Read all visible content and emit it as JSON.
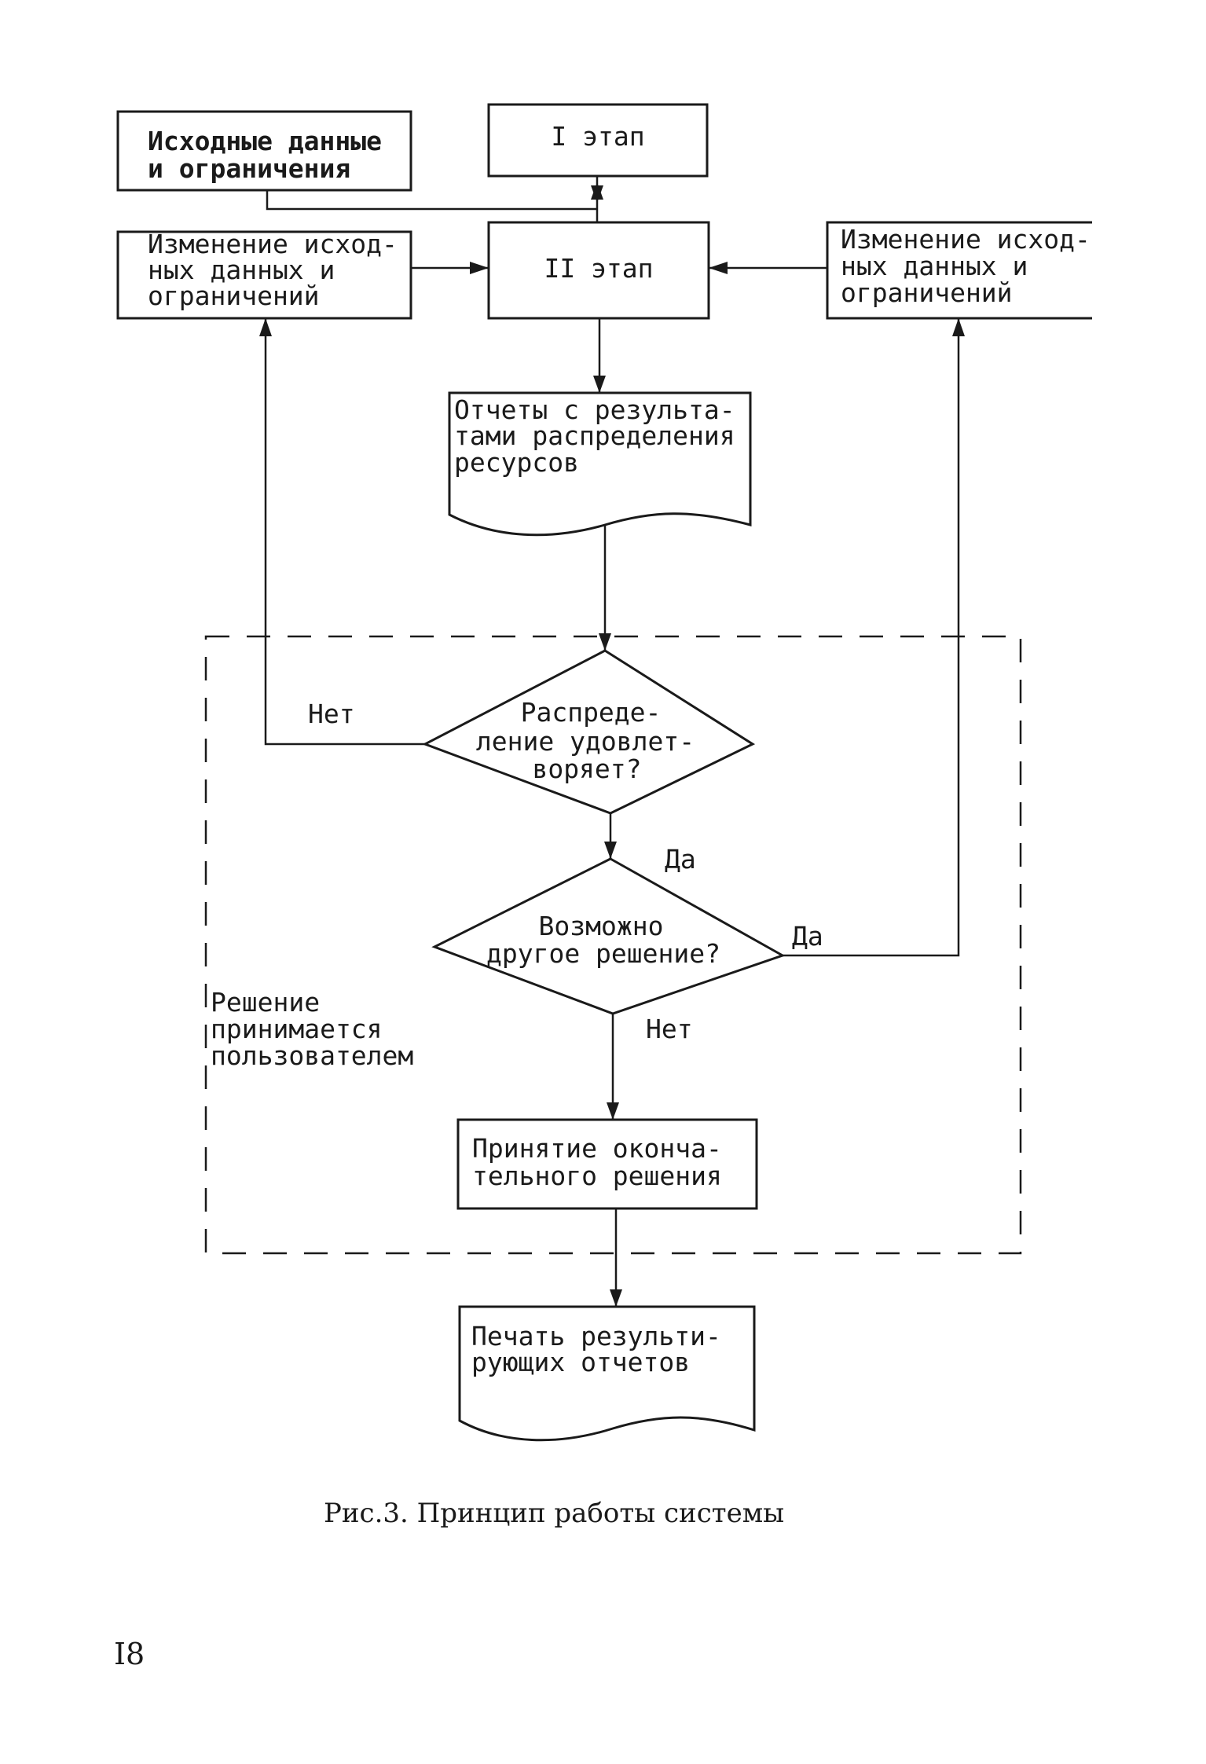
{
  "nodes": {
    "input_data": [
      "Исходные данные",
      "и ограничения"
    ],
    "stage1": "I этап",
    "stage2": "II этап",
    "change_left": [
      "Изменение исход-",
      "ных данных и",
      "ограничений"
    ],
    "change_right": [
      "Изменение исход-",
      "ных данных и",
      "ограничений"
    ],
    "reports": [
      "Отчеты с результа-",
      "тами распределения",
      "ресурсов"
    ],
    "decision1": [
      "Распреде-",
      "ление удовлет-",
      "воряет?"
    ],
    "decision2": [
      "Возможно",
      "другое решение?"
    ],
    "final_decision": [
      "Принятие оконча-",
      "тельного решения"
    ],
    "print": [
      "Печать результи-",
      "рующих отчетов"
    ]
  },
  "labels": {
    "no1": "Нет",
    "yes1": "Да",
    "yes2": "Да",
    "no2": "Нет",
    "user_region": [
      "Решение",
      "принимается",
      "пользователем"
    ]
  },
  "caption": "Рис.3. Принцип работы системы",
  "page_number": "I8"
}
